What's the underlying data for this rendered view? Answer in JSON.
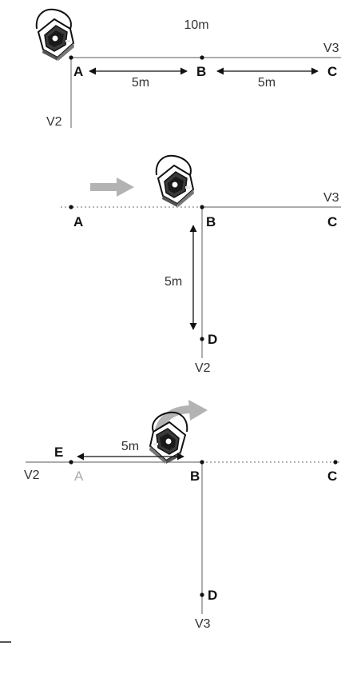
{
  "colors": {
    "line": "#7a7a7a",
    "ink": "#111111",
    "dim_label": "#aaaaaa",
    "move_arrow": "#b3b3b3",
    "device_body": "#444444",
    "device_light": "#e8e8e8"
  },
  "panel1": {
    "top_label": "10m",
    "points": {
      "a": "A",
      "b": "B",
      "c": "C"
    },
    "dim_ab": "5m",
    "dim_bc": "5m",
    "v_horizontal": "V3",
    "v_vertical": "V2"
  },
  "panel2": {
    "points": {
      "a": "A",
      "b": "B",
      "c": "C",
      "d": "D"
    },
    "dim_bd": "5m",
    "v_horizontal": "V3",
    "v_vertical": "V2",
    "move_arrow_icon": "right-arrow-icon"
  },
  "panel3": {
    "points": {
      "e": "E",
      "a": "A",
      "b": "B",
      "c": "C",
      "d": "D"
    },
    "dim_ea": "5m",
    "v_horizontal": "V2",
    "v_vertical": "V3",
    "rotate_arrow_icon": "curved-arrow-icon"
  }
}
